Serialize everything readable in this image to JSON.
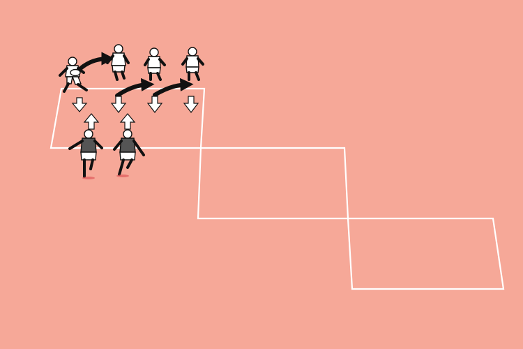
{
  "diagram": {
    "background_color": "#f6a898",
    "line_color": "#ffffff",
    "arrow_dark_color": "#111111",
    "arrow_light_color": "#ffffff",
    "attacker_kit_color": "#ffffff",
    "defender_kit_color": "#555555",
    "defender_shorts_color": "#ffffff",
    "skin_color": "#ffffff",
    "outline_color": "#111111",
    "ball_name": "rugby-ball-icon",
    "attackers_count": 4,
    "defenders_count": 2,
    "pass_arrows_count": 3,
    "run_arrows_count": 6
  }
}
